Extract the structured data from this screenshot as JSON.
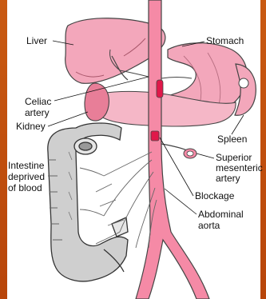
{
  "labels": {
    "liver": "Liver",
    "stomach": "Stomach",
    "celiac_line1": "Celiac",
    "celiac_line2": "artery",
    "kidney": "Kidney",
    "spleen": "Spleen",
    "superior_line1": "Superior",
    "superior_line2": "mesenteric",
    "superior_line3": "artery",
    "intestine_line1": "Intestine",
    "intestine_line2": "deprived",
    "intestine_line3": "of blood",
    "blockage": "Blockage",
    "abdominal_line1": "Abdominal",
    "abdominal_line2": "aorta"
  },
  "colors": {
    "organ_pink": "#f3a7bb",
    "artery_pink": "#f58aa6",
    "intestine_gray": "#c9c9c9",
    "blockage_red": "#e0184a",
    "frame_orange": "#c14a0c"
  }
}
